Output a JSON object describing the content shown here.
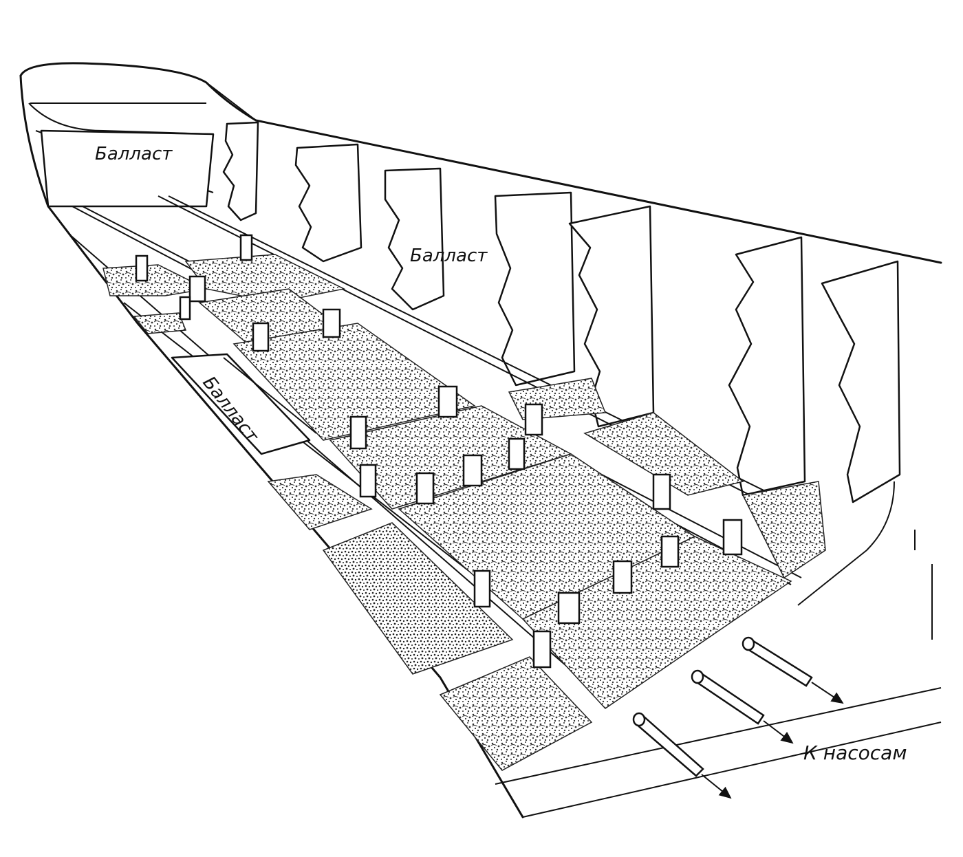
{
  "labels": {
    "ballast_top": "Балласт",
    "ballast_middle": "Балласт",
    "ballast_side": "Балласт",
    "to_pumps": "К насосам"
  },
  "colors": {
    "ink": "#111111",
    "paper": "#ffffff",
    "cargo_speckle": "#333333"
  }
}
